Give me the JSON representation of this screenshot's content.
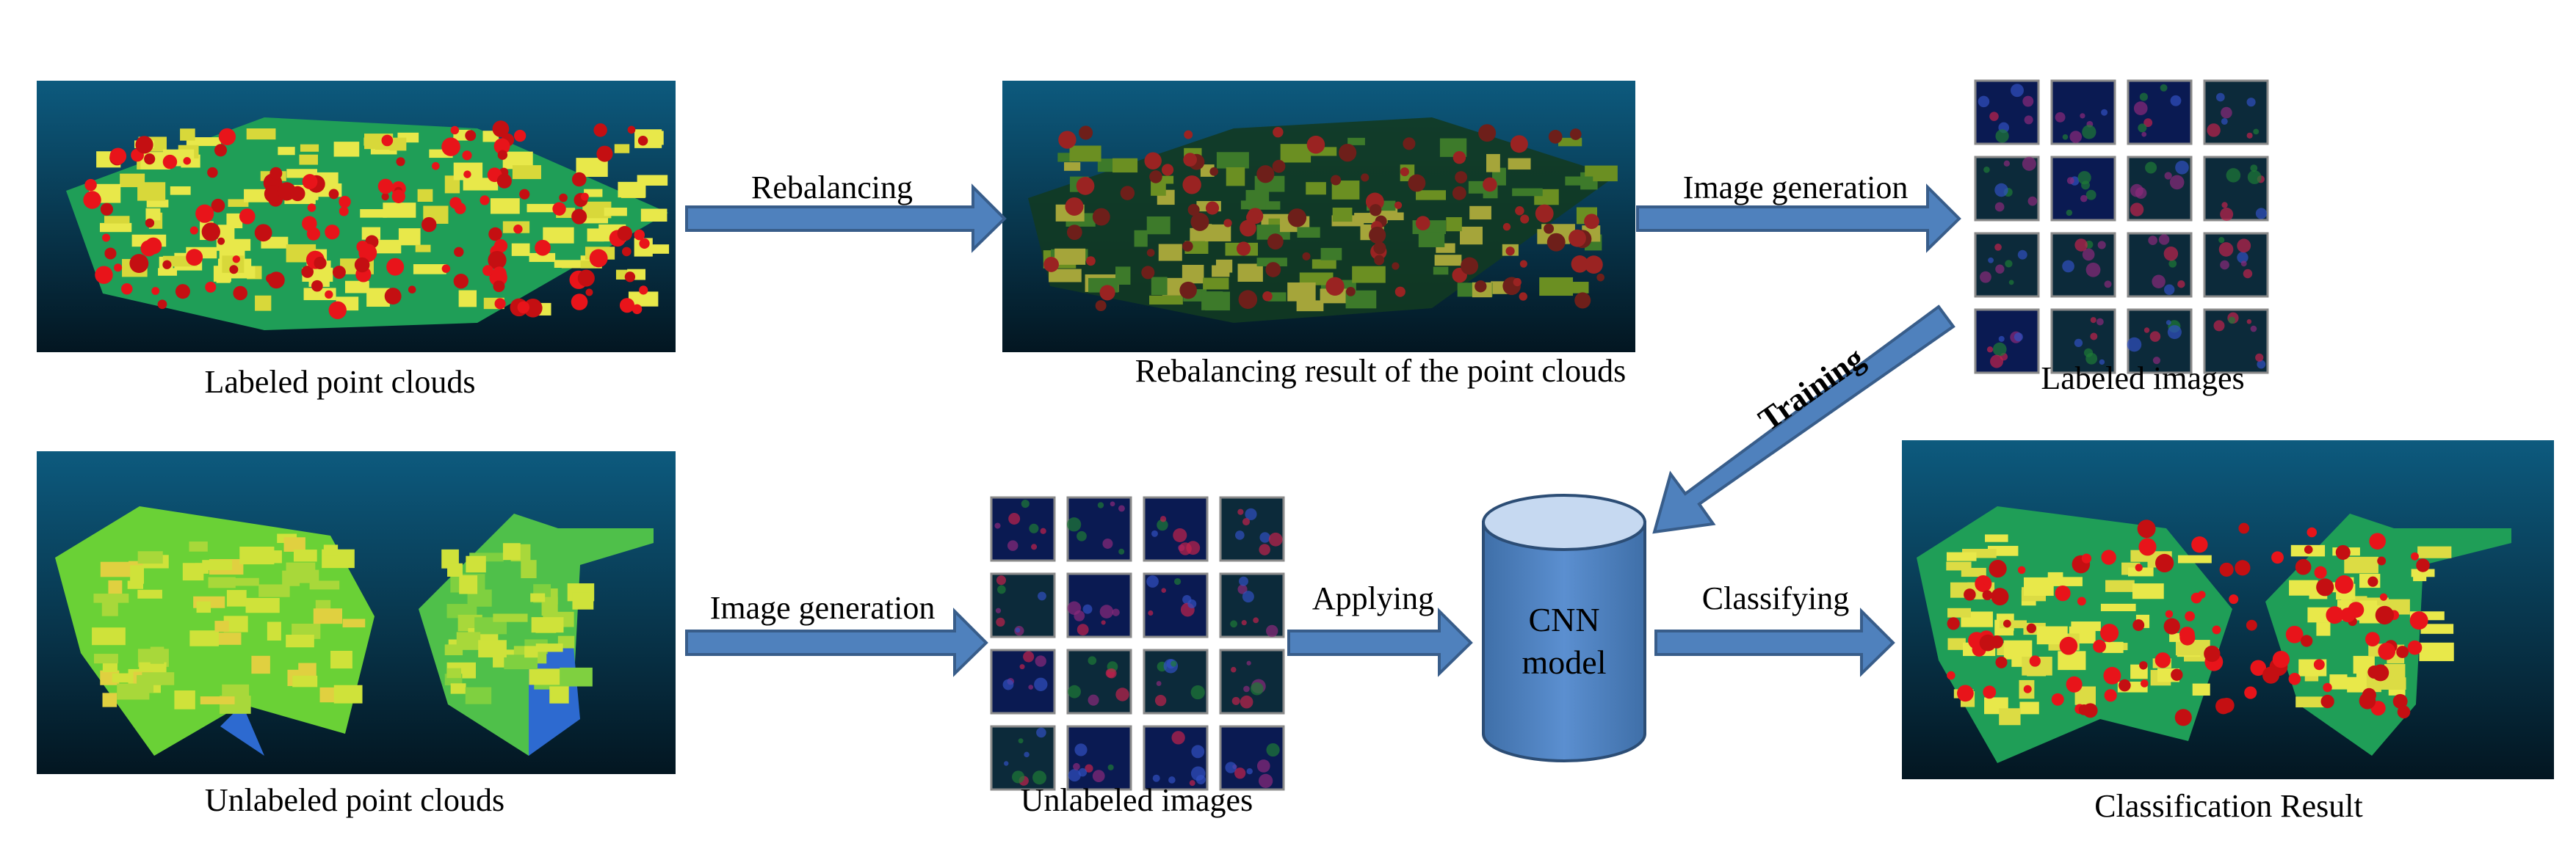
{
  "panels": {
    "labeled_clouds": "Labeled point clouds",
    "rebalanced_clouds": "Rebalancing result of the point clouds",
    "labeled_images": "Labeled images",
    "unlabeled_clouds": "Unlabeled point clouds",
    "unlabeled_images": "Unlabeled images",
    "classification_result": "Classification Result"
  },
  "arrows": {
    "rebalancing": "Rebalancing",
    "image_generation_top": "Image generation",
    "training": "Training",
    "image_generation_bottom": "Image generation",
    "applying": "Applying",
    "classifying": "Classifying"
  },
  "cnn": {
    "line1": "CNN",
    "line2": "model"
  },
  "colors": {
    "arrow_fill": "#4f81bd",
    "arrow_stroke": "#385d8a",
    "cylinder_fill": "#4f81bd",
    "cylinder_top": "#c6d9f1",
    "scene_top": "#0d5a7e",
    "scene_bottom": "#031621"
  }
}
